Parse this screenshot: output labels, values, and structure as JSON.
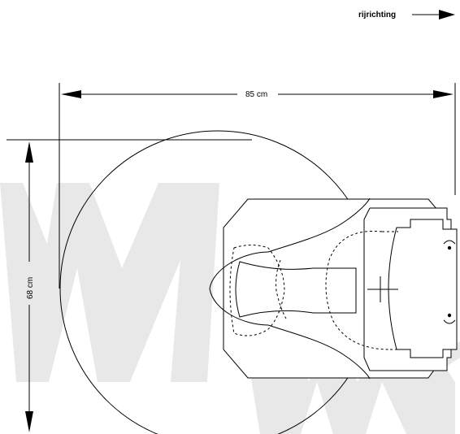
{
  "direction_label": "rijrichting",
  "width_label": "85 cm",
  "depth_label": "68 cm",
  "colors": {
    "ink": "#000000",
    "watermark": "#e6e6e6",
    "background": "#ffffff"
  }
}
